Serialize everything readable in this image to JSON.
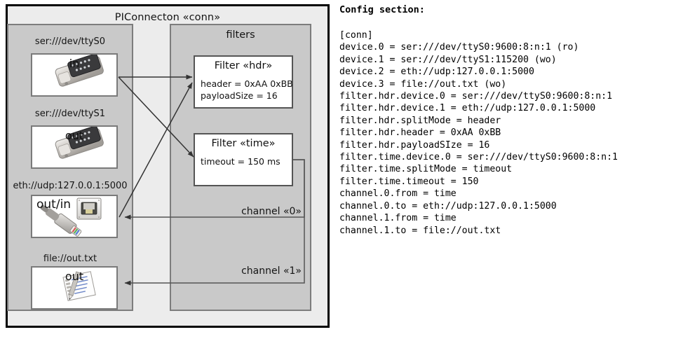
{
  "diagram": {
    "outer_title": "PIConnecton «conn»",
    "devices_group_title": "",
    "filters_group_title": "filters",
    "devices": [
      {
        "label": "ser:///dev/ttyS0",
        "direction": "in",
        "icon": "serial-port-icon"
      },
      {
        "label": "ser:///dev/ttyS1",
        "direction": "out",
        "icon": "serial-port-icon"
      },
      {
        "label": "eth://udp:127.0.0.1:5000",
        "direction": "out/in",
        "icon": "ethernet-plug-icon"
      },
      {
        "label": "file://out.txt",
        "direction": "out",
        "icon": "text-file-icon"
      }
    ],
    "filters": [
      {
        "title": "Filter «hdr»",
        "props": "header = 0xAA 0xBB\npayloadSize = 16"
      },
      {
        "title": "Filter «time»",
        "props": "timeout = 150 ms"
      }
    ],
    "channels": [
      {
        "label": "channel «0»"
      },
      {
        "label": "channel «1»"
      }
    ],
    "colors": {
      "outer_background": "#ececec",
      "group_background": "#c9c9c9",
      "card_background": "#ffffff",
      "outer_border": "#000000",
      "group_border": "#7d7d7d",
      "edge_color": "#333333"
    }
  },
  "config": {
    "heading": "Config section:",
    "text": "[conn]\ndevice.0 = ser:///dev/ttyS0:9600:8:n:1 (ro)\ndevice.1 = ser:///dev/ttyS1:115200 (wo)\ndevice.2 = eth://udp:127.0.0.1:5000\ndevice.3 = file://out.txt (wo)\nfilter.hdr.device.0 = ser:///dev/ttyS0:9600:8:n:1\nfilter.hdr.device.1 = eth://udp:127.0.0.1:5000\nfilter.hdr.splitMode = header\nfilter.hdr.header = 0xAA 0xBB\nfilter.hdr.payloadSIze = 16\nfilter.time.device.0 = ser:///dev/ttyS0:9600:8:n:1\nfilter.time.splitMode = timeout\nfilter.time.timeout = 150\nchannel.0.from = time\nchannel.0.to = eth://udp:127.0.0.1:5000\nchannel.1.from = time\nchannel.1.to = file://out.txt"
  }
}
